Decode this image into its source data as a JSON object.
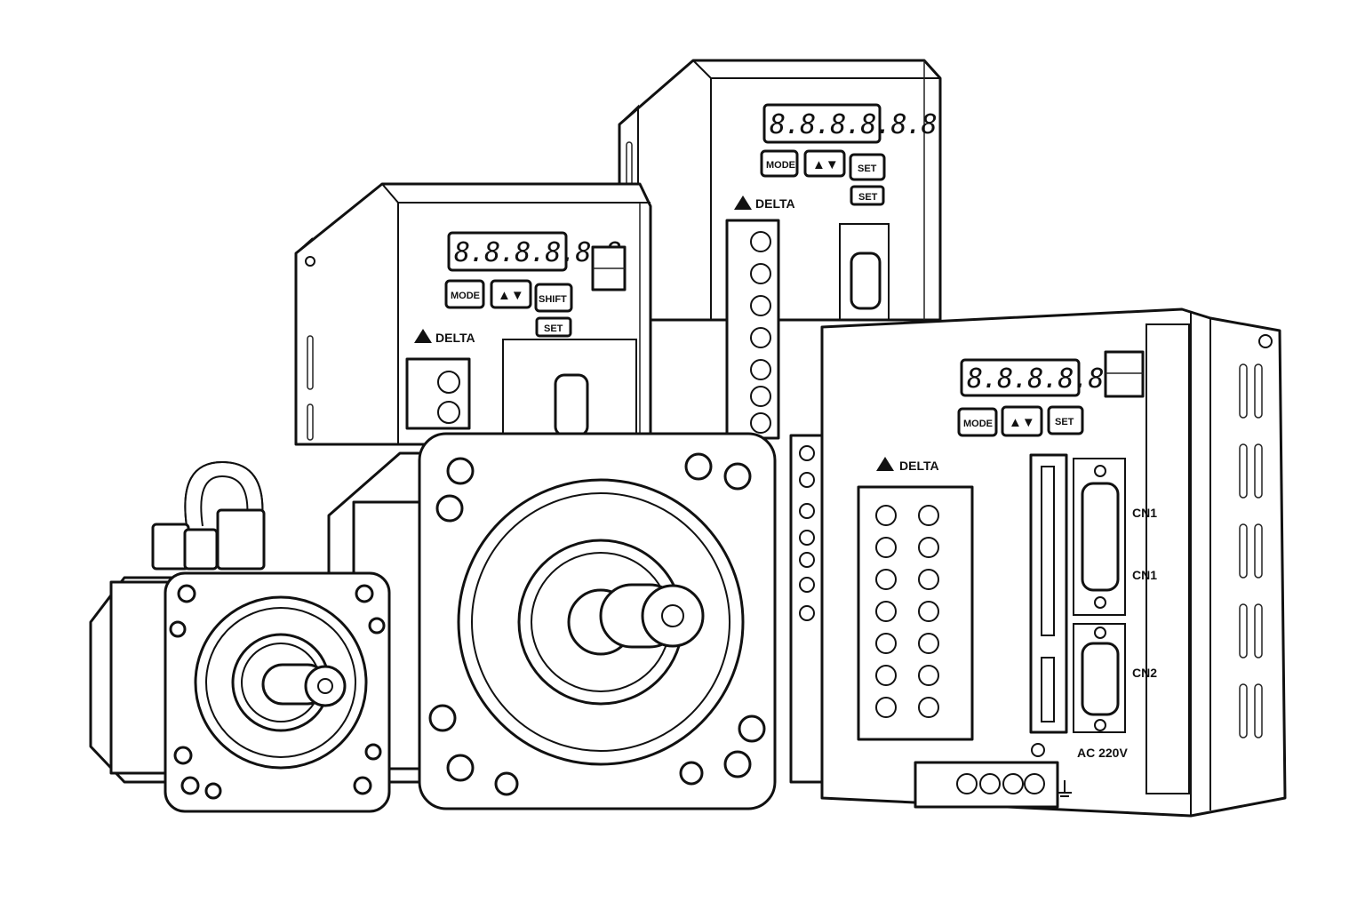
{
  "drive_back": {
    "display": "8.8.8.8.8.8",
    "buttons": [
      "MODE",
      "▲▼",
      "SET"
    ],
    "set_label": "SET",
    "brand": "DELTA"
  },
  "drive_left": {
    "display": "8.8.8.8.8.8",
    "buttons": [
      "MODE",
      "▲▼",
      "SHIFT"
    ],
    "set_label": "SET",
    "brand": "DELTA"
  },
  "drive_right": {
    "display": "8.8.8.8.8.8",
    "buttons": [
      "MODE",
      "▲▼",
      "SET"
    ],
    "brand": "DELTA",
    "connectors": [
      "CN1",
      "CN1",
      "CN2"
    ],
    "voltage": "AC 220V"
  }
}
